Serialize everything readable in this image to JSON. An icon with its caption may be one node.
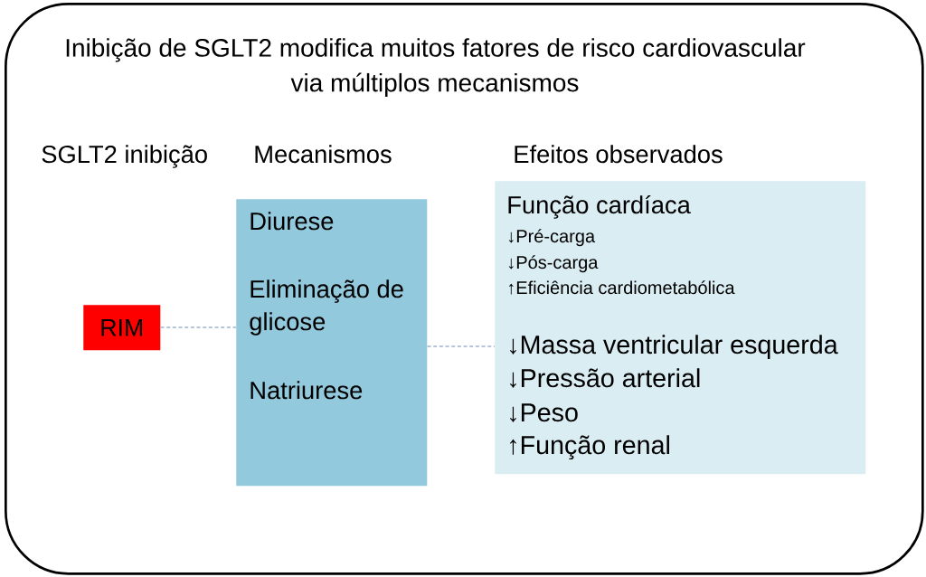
{
  "diagram": {
    "nodes": [
      {
        "text": [
          "Inibição de SGLT2 modifica muitos fatores de risco cardiovascular via múltiplos mecanismos"
        ]
      },
      {
        "text": [
          "RIM"
        ],
        "in": 0
      },
      {
        "text": [
          "Diurese",
          "Eliminação de glicose",
          "Natriurese"
        ],
        "in": 0
      },
      {
        "text": [
          "Função cardíaca",
          "↓Pré-carga",
          "↓Pós-carga",
          "↑Eficiência cardiometabólica",
          "↓Massa ventricular esquerda",
          "↓Pressão arterial",
          "↓Peso",
          "↑Função renal"
        ],
        "in": 0
      }
    ],
    "edges": [
      {
        "from": 1,
        "to": 2,
        "arrow": "none",
        "style": "dashed"
      },
      {
        "from": 2,
        "to": 3,
        "arrow": "none",
        "style": "dashed"
      }
    ],
    "labels": [
      "SGLT2 inibição",
      "Mecanismos",
      "Efeitos observados"
    ]
  }
}
